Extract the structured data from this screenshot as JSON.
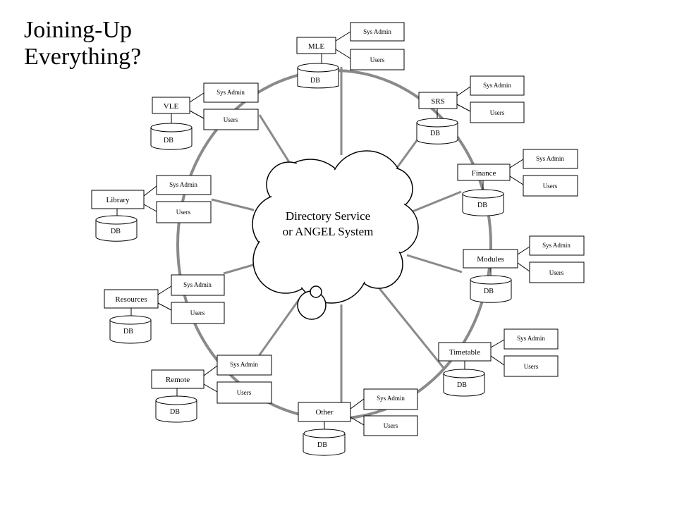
{
  "title": {
    "line1": "Joining-Up",
    "line2": "Everything?"
  },
  "center": {
    "line1": "Directory Service",
    "line2": "or ANGEL System"
  },
  "labels": {
    "sys_admin": "Sys Admin",
    "users": "Users",
    "db": "DB"
  },
  "systems": [
    {
      "id": "mle",
      "name": "MLE"
    },
    {
      "id": "vle",
      "name": "VLE"
    },
    {
      "id": "srs",
      "name": "SRS"
    },
    {
      "id": "finance",
      "name": "Finance"
    },
    {
      "id": "library",
      "name": "Library"
    },
    {
      "id": "modules",
      "name": "Modules"
    },
    {
      "id": "resources",
      "name": "Resources"
    },
    {
      "id": "timetable",
      "name": "Timetable"
    },
    {
      "id": "remote",
      "name": "Remote"
    },
    {
      "id": "other",
      "name": "Other"
    }
  ]
}
